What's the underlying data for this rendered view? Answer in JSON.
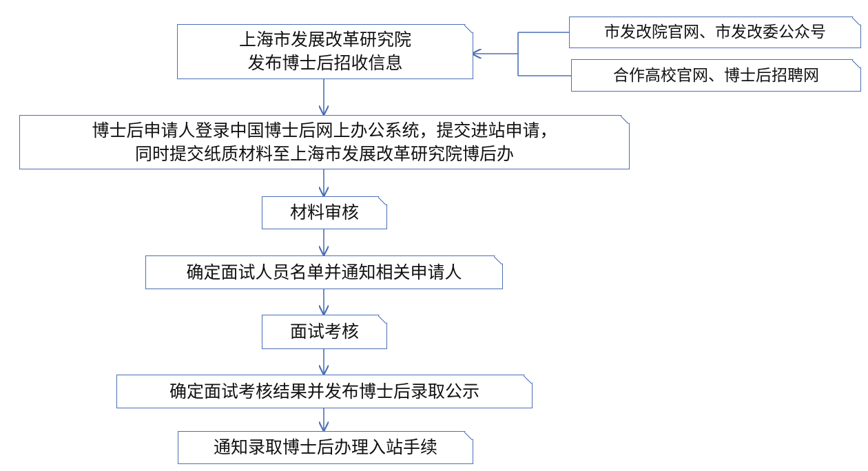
{
  "nodes": {
    "release": "上海市发展改革研究院\n发布博士后招收信息",
    "source_1": "市发改院官网、市发改委公众号",
    "source_2": "合作高校官网、博士后招聘网",
    "apply": "博士后申请人登录中国博士后网上办公系统，提交进站申请，\n同时提交纸质材料至上海市发展改革研究院博后办",
    "review": "材料审核",
    "shortlist": "确定面试人员名单并通知相关申请人",
    "interview": "面试考核",
    "result": "确定面试考核结果并发布博士后录取公示",
    "admit": "通知录取博士后办理入站手续"
  },
  "colors": {
    "border": "#4a6fb5",
    "text": "#111111"
  }
}
